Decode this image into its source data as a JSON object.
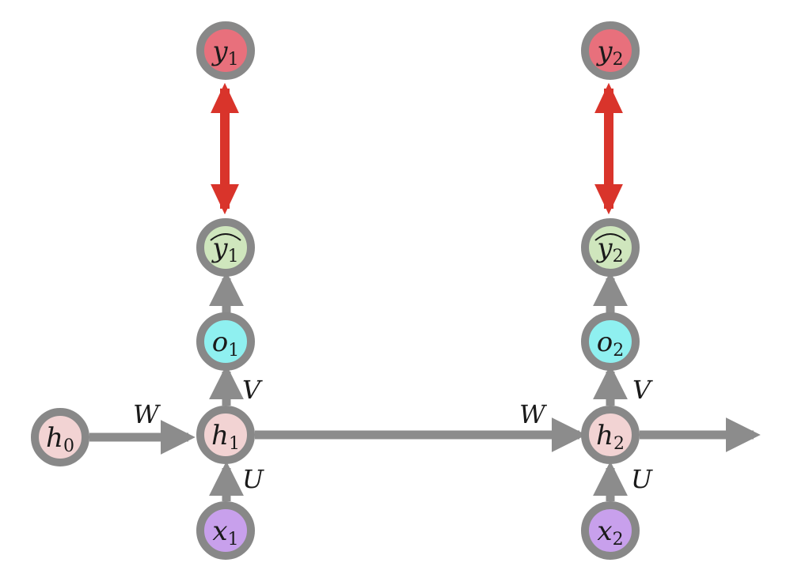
{
  "colors": {
    "node_border": "#888888",
    "arrow_gray": "#8c8c8c",
    "loss_arrow": "#d9342b",
    "h_fill": "#f2d3d3",
    "x_fill": "#c8a0ec",
    "o_fill": "#8ff0f0",
    "yhat_fill": "#cfe6bd",
    "y_fill": "#e8707c"
  },
  "nodes": {
    "h0": {
      "base": "h",
      "sub": "0"
    },
    "h1": {
      "base": "h",
      "sub": "1"
    },
    "h2": {
      "base": "h",
      "sub": "2"
    },
    "x1": {
      "base": "x",
      "sub": "1"
    },
    "x2": {
      "base": "x",
      "sub": "2"
    },
    "o1": {
      "base": "o",
      "sub": "1"
    },
    "o2": {
      "base": "o",
      "sub": "2"
    },
    "yhat1": {
      "base": "y",
      "sub": "1",
      "hat": true
    },
    "yhat2": {
      "base": "y",
      "sub": "2",
      "hat": true
    },
    "y1": {
      "base": "y",
      "sub": "1"
    },
    "y2": {
      "base": "y",
      "sub": "2"
    }
  },
  "edge_labels": {
    "w1": "W",
    "w2": "W",
    "v1": "V",
    "v2": "V",
    "u1": "U",
    "u2": "U"
  }
}
